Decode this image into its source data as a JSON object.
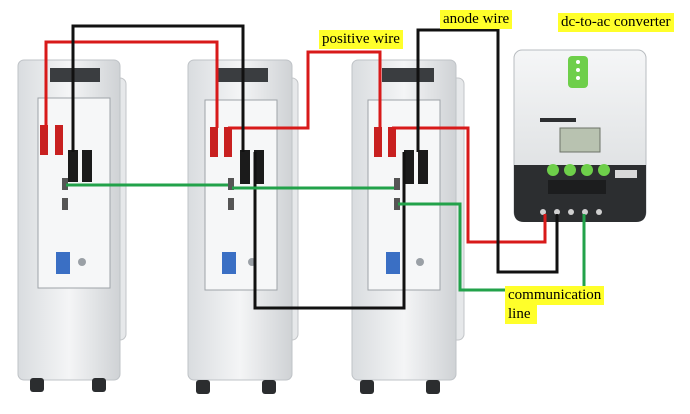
{
  "labels": {
    "positive_wire": "positive wire",
    "anode_wire": "anode wire",
    "converter": "dc-to-ac converter",
    "communication_line_1": "communication",
    "communication_line_2": "line"
  },
  "colors": {
    "positive_wire": "#d81a1a",
    "anode_wire": "#111111",
    "communication_line": "#22a24a",
    "label_highlight": "#ffff2a",
    "converter_green": "#6ecf4a"
  }
}
